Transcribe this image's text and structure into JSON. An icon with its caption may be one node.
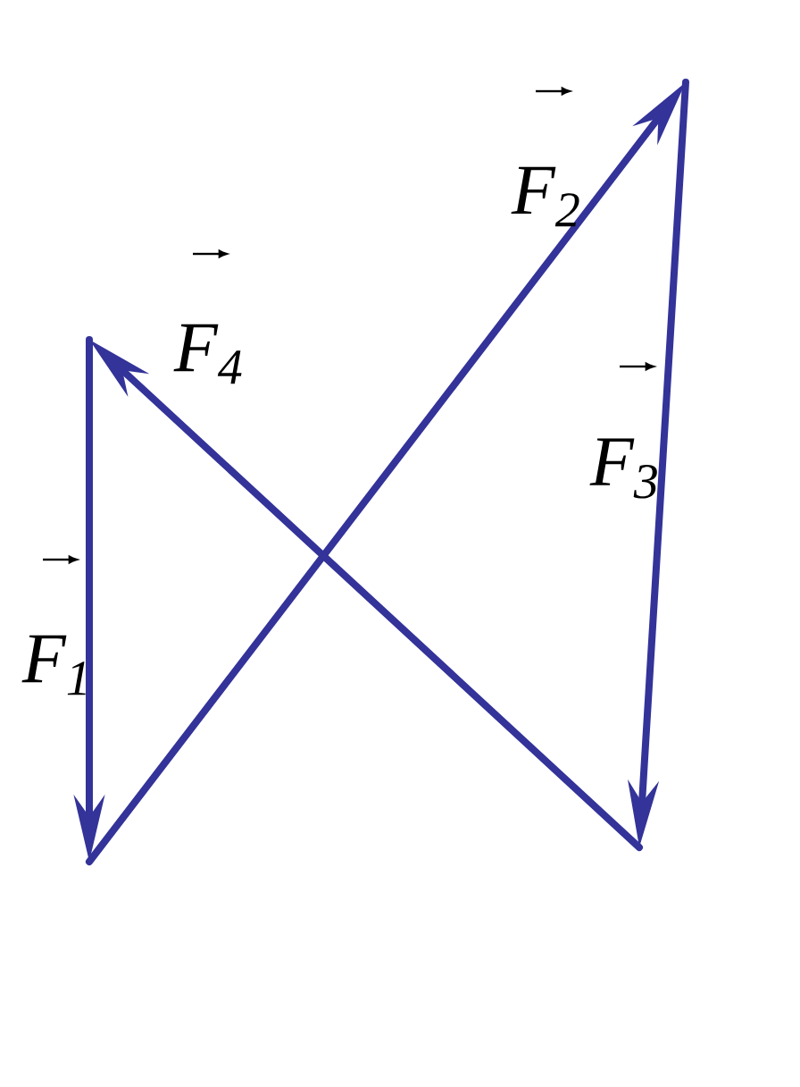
{
  "diagram": {
    "labels": [
      "F$_{2}$",
      "F$_{4}$",
      "F$_{3}$",
      "F$_{1}$"
    ]
  }
}
